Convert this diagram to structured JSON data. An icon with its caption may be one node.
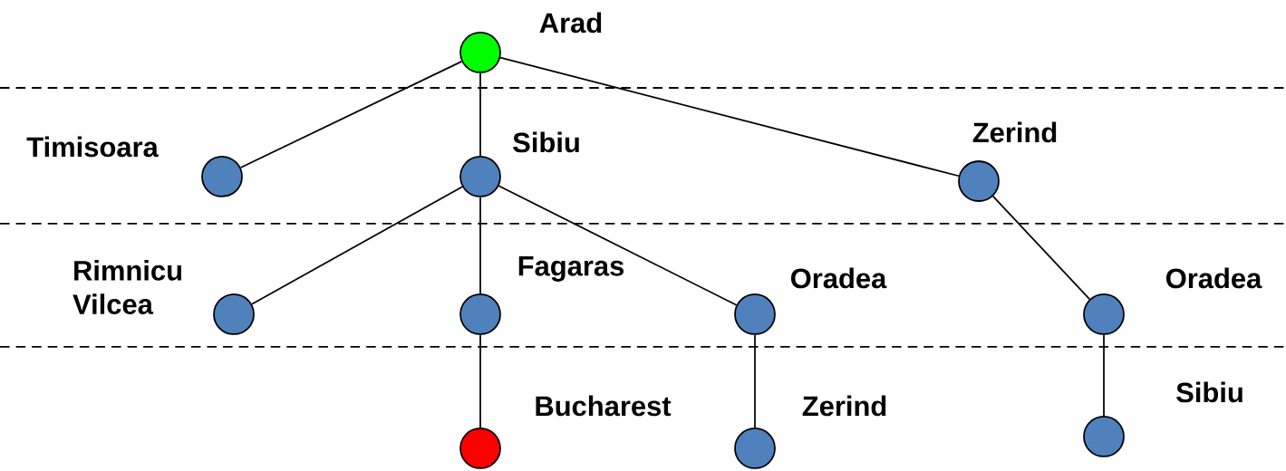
{
  "diagram": {
    "nodes": [
      {
        "text": [],
        "shape": "circle",
        "beside": [
          "Arad"
        ]
      },
      {
        "text": [],
        "shape": "circle",
        "beside": [
          "Timisoara"
        ]
      },
      {
        "text": [],
        "shape": "circle",
        "beside": [
          "Sibiu"
        ]
      },
      {
        "text": [],
        "shape": "circle",
        "beside": [
          "Zerind"
        ]
      },
      {
        "text": [],
        "shape": "circle",
        "beside": [
          "Rimnicu Vilcea"
        ]
      },
      {
        "text": [],
        "shape": "circle",
        "beside": [
          "Fagaras"
        ]
      },
      {
        "text": [],
        "shape": "circle",
        "beside": [
          "Oradea"
        ]
      },
      {
        "text": [],
        "shape": "circle",
        "beside": [
          "Oradea"
        ]
      },
      {
        "text": [],
        "shape": "circle",
        "beside": [
          "Bucharest"
        ]
      },
      {
        "text": [],
        "shape": "circle",
        "beside": [
          "Zerind"
        ]
      },
      {
        "text": [],
        "shape": "circle",
        "beside": [
          "Sibiu"
        ]
      }
    ],
    "edges": [
      {
        "from": 0,
        "to": 1,
        "arrow": "none"
      },
      {
        "from": 0,
        "to": 2,
        "arrow": "none"
      },
      {
        "from": 0,
        "to": 3,
        "arrow": "none"
      },
      {
        "from": 2,
        "to": 4,
        "arrow": "none"
      },
      {
        "from": 2,
        "to": 5,
        "arrow": "none"
      },
      {
        "from": 2,
        "to": 6,
        "arrow": "none"
      },
      {
        "from": 3,
        "to": 7,
        "arrow": "none"
      },
      {
        "from": 5,
        "to": 8,
        "arrow": "none"
      },
      {
        "from": 6,
        "to": 9,
        "arrow": "none"
      },
      {
        "from": 7,
        "to": 10,
        "arrow": "none"
      }
    ]
  }
}
